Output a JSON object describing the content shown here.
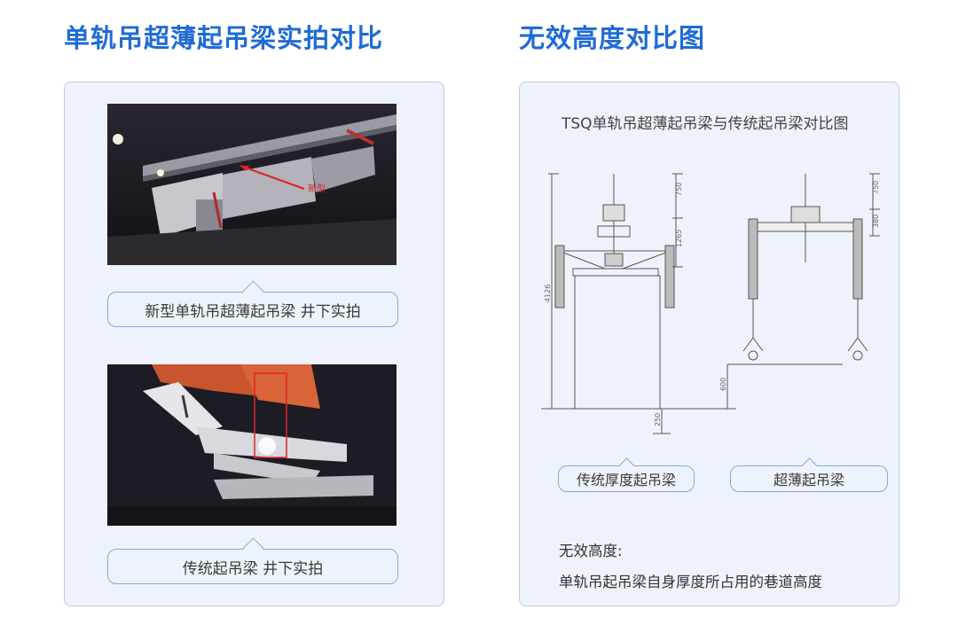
{
  "left": {
    "heading": "单轨吊超薄起吊梁实拍对比",
    "photo1": {
      "annotation": "新型"
    },
    "caption1": "新型单轨吊超薄起吊梁   井下实拍",
    "caption2": "传统起吊梁   井下实拍"
  },
  "right": {
    "heading": "无效高度对比图",
    "diagram_title": "TSQ单轨吊超薄起吊梁与传统起吊梁对比图",
    "dims": {
      "left_top": "750",
      "left_mid": "1265",
      "left_total": "4126",
      "left_bottom": "250",
      "right_top": "750",
      "right_mid": "380",
      "right_low": "600"
    },
    "label_traditional": "传统厚度起吊梁",
    "label_ultrathin": "超薄起吊梁",
    "note_title": "无效高度:",
    "note_body": "单轨吊起吊梁自身厚度所占用的巷道高度"
  },
  "colors": {
    "accent": "#1f6bd6",
    "panel_bg": "#eef3fb",
    "panel_border": "#b9cbe8",
    "annotation_red": "#e0242a"
  }
}
